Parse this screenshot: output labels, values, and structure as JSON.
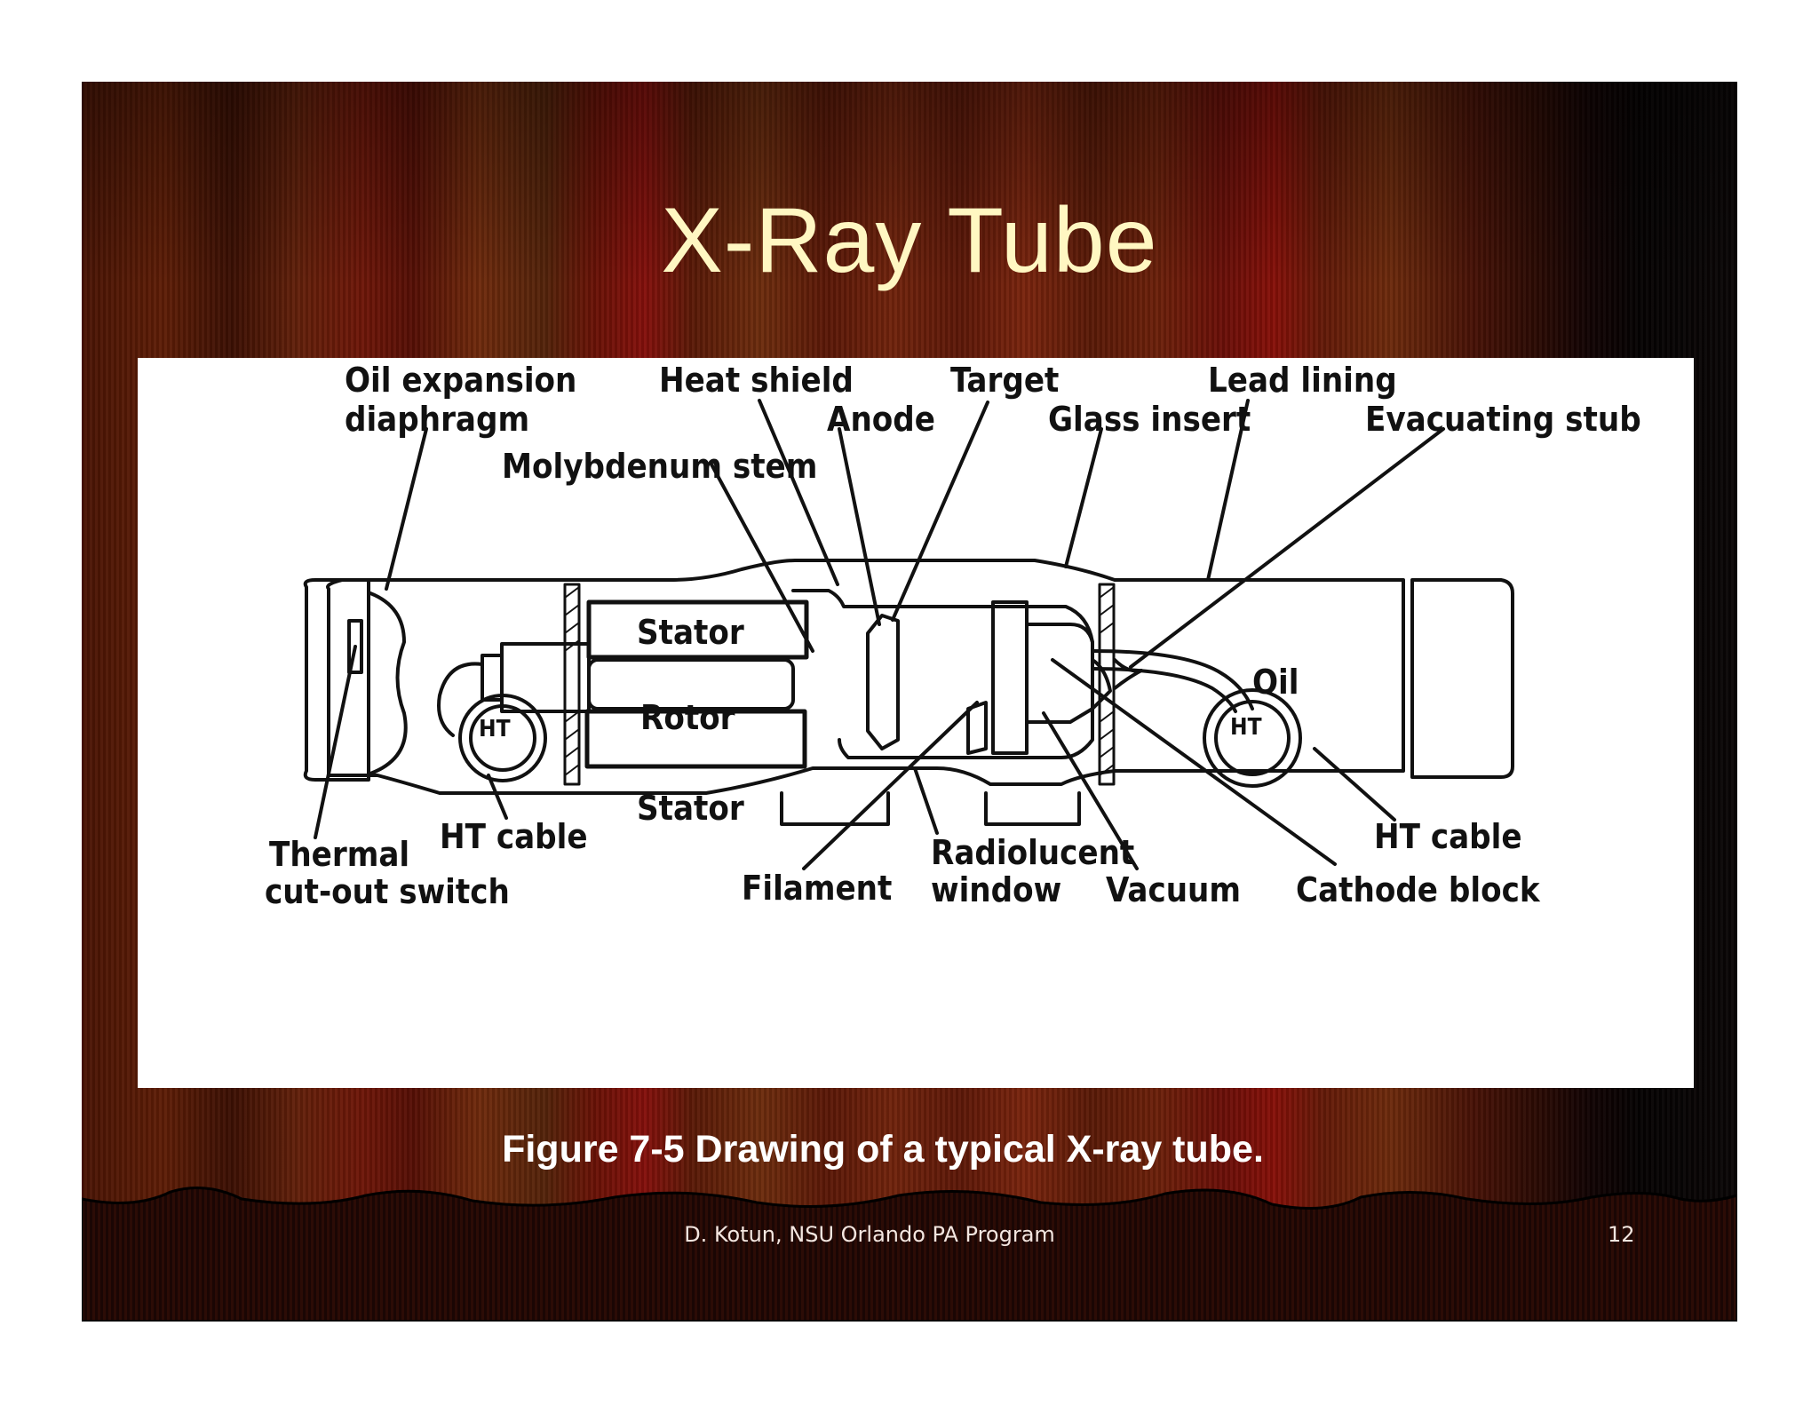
{
  "slide": {
    "title": "X-Ray Tube",
    "caption": "Figure 7-5 Drawing of a typical X-ray tube.",
    "footer": "D. Kotun, NSU Orlando PA Program",
    "page_number": "12"
  },
  "diagram": {
    "labels": {
      "oil_expansion_1": "Oil expansion",
      "oil_expansion_2": "diaphragm",
      "heat_shield": "Heat shield",
      "target": "Target",
      "lead_lining": "Lead lining",
      "anode": "Anode",
      "glass_insert": "Glass insert",
      "evacuating_stub": "Evacuating stub",
      "molybdenum_stem": "Molybdenum stem",
      "stator_top": "Stator",
      "rotor": "Rotor",
      "stator_bottom": "Stator",
      "oil": "Oil",
      "ht_left": "HT",
      "ht_right": "HT",
      "thermal_1": "Thermal",
      "thermal_2": "cut-out switch",
      "ht_cable_left": "HT cable",
      "filament": "Filament",
      "radiolucent_1": "Radiolucent",
      "radiolucent_2": "window",
      "vacuum": "Vacuum",
      "ht_cable_right": "HT cable",
      "cathode_block": "Cathode block"
    }
  },
  "colors": {
    "title": "#fff7c2",
    "caption": "#ffffff",
    "curtain_red": "#6e1608",
    "figure_bg": "#ffffff"
  }
}
